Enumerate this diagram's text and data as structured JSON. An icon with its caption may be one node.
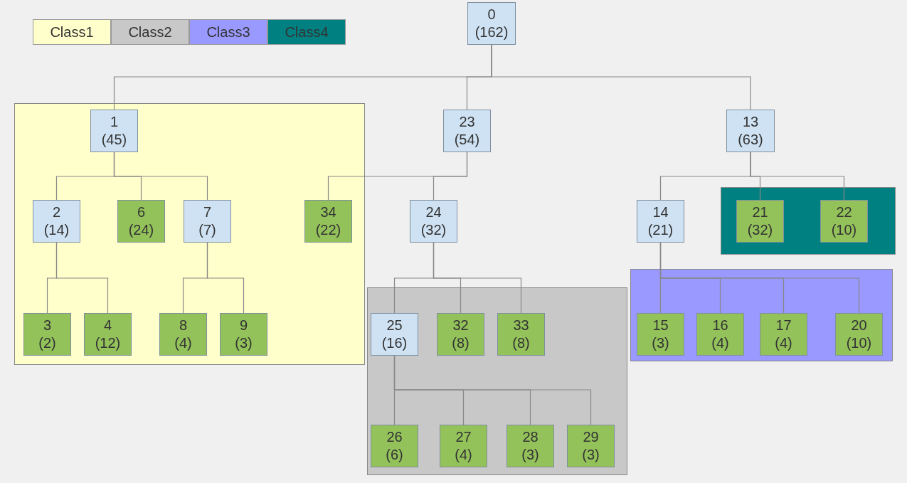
{
  "diagram": {
    "nodes": [
      {
        "text": [
          "0",
          "(162)"
        ]
      },
      {
        "text": [],
        "shape": "box"
      },
      {
        "text": [
          "1",
          "(45)"
        ],
        "in": 1
      },
      {
        "text": [
          "23",
          "(54)"
        ]
      },
      {
        "text": [
          "13",
          "(63)"
        ]
      },
      {
        "text": [
          "2",
          "(14)"
        ],
        "in": 1
      },
      {
        "text": [
          "6",
          "(24)"
        ],
        "in": 1
      },
      {
        "text": [
          "7",
          "(7)"
        ],
        "in": 1
      },
      {
        "text": [
          "34",
          "(22)"
        ],
        "in": 1
      },
      {
        "text": [
          "24",
          "(32)"
        ]
      },
      {
        "text": [
          "14",
          "(21)"
        ]
      },
      {
        "text": [],
        "shape": "box"
      },
      {
        "text": [
          "21",
          "(32)"
        ],
        "in": 11
      },
      {
        "text": [
          "22",
          "(10)"
        ],
        "in": 11
      },
      {
        "text": [
          "3",
          "(2)"
        ],
        "in": 1
      },
      {
        "text": [
          "4",
          "(12)"
        ],
        "in": 1
      },
      {
        "text": [
          "8",
          "(4)"
        ],
        "in": 1
      },
      {
        "text": [
          "9",
          "(3)"
        ],
        "in": 1
      },
      {
        "text": [],
        "shape": "box"
      },
      {
        "text": [
          "25",
          "(16)"
        ],
        "in": 18
      },
      {
        "text": [
          "32",
          "(8)"
        ],
        "in": 18
      },
      {
        "text": [
          "33",
          "(8)"
        ],
        "in": 18
      },
      {
        "text": [],
        "shape": "box"
      },
      {
        "text": [
          "15",
          "(3)"
        ],
        "in": 22
      },
      {
        "text": [
          "16",
          "(4)"
        ],
        "in": 22
      },
      {
        "text": [
          "17",
          "(4)"
        ],
        "in": 22
      },
      {
        "text": [
          "20",
          "(10)"
        ],
        "in": 22
      },
      {
        "text": [
          "26",
          "(6)"
        ],
        "in": 18
      },
      {
        "text": [
          "27",
          "(4)"
        ],
        "in": 18
      },
      {
        "text": [
          "28",
          "(3)"
        ],
        "in": 18
      },
      {
        "text": [
          "29",
          "(3)"
        ],
        "in": 18
      }
    ],
    "edges": [
      {
        "from": 0,
        "to": 2,
        "arrow": "none"
      },
      {
        "from": 0,
        "to": 3,
        "arrow": "none"
      },
      {
        "from": 0,
        "to": 4,
        "arrow": "none"
      },
      {
        "from": 2,
        "to": 5,
        "arrow": "none"
      },
      {
        "from": 2,
        "to": 6,
        "arrow": "none"
      },
      {
        "from": 2,
        "to": 7,
        "arrow": "none"
      },
      {
        "from": 3,
        "to": 8,
        "arrow": "none"
      },
      {
        "from": 3,
        "to": 9,
        "arrow": "none"
      },
      {
        "from": 4,
        "to": 10,
        "arrow": "none"
      },
      {
        "from": 4,
        "to": 12,
        "arrow": "none"
      },
      {
        "from": 4,
        "to": 13,
        "arrow": "none"
      },
      {
        "from": 5,
        "to": 14,
        "arrow": "none"
      },
      {
        "from": 5,
        "to": 15,
        "arrow": "none"
      },
      {
        "from": 7,
        "to": 16,
        "arrow": "none"
      },
      {
        "from": 7,
        "to": 17,
        "arrow": "none"
      },
      {
        "from": 9,
        "to": 19,
        "arrow": "none"
      },
      {
        "from": 9,
        "to": 20,
        "arrow": "none"
      },
      {
        "from": 9,
        "to": 21,
        "arrow": "none"
      },
      {
        "from": 10,
        "to": 23,
        "arrow": "none"
      },
      {
        "from": 10,
        "to": 24,
        "arrow": "none"
      },
      {
        "from": 10,
        "to": 25,
        "arrow": "none"
      },
      {
        "from": 10,
        "to": 26,
        "arrow": "none"
      },
      {
        "from": 19,
        "to": 27,
        "arrow": "none"
      },
      {
        "from": 19,
        "to": 28,
        "arrow": "none"
      },
      {
        "from": 19,
        "to": 29,
        "arrow": "none"
      },
      {
        "from": 19,
        "to": 30,
        "arrow": "none"
      }
    ],
    "legend": [
      {
        "text": "Class1",
        "color": "#ffffcc"
      },
      {
        "text": "Class2",
        "color": "#c8c8c8"
      },
      {
        "text": "Class3",
        "color": "#9999ff"
      },
      {
        "text": "Class4",
        "color": "#008080"
      }
    ]
  }
}
